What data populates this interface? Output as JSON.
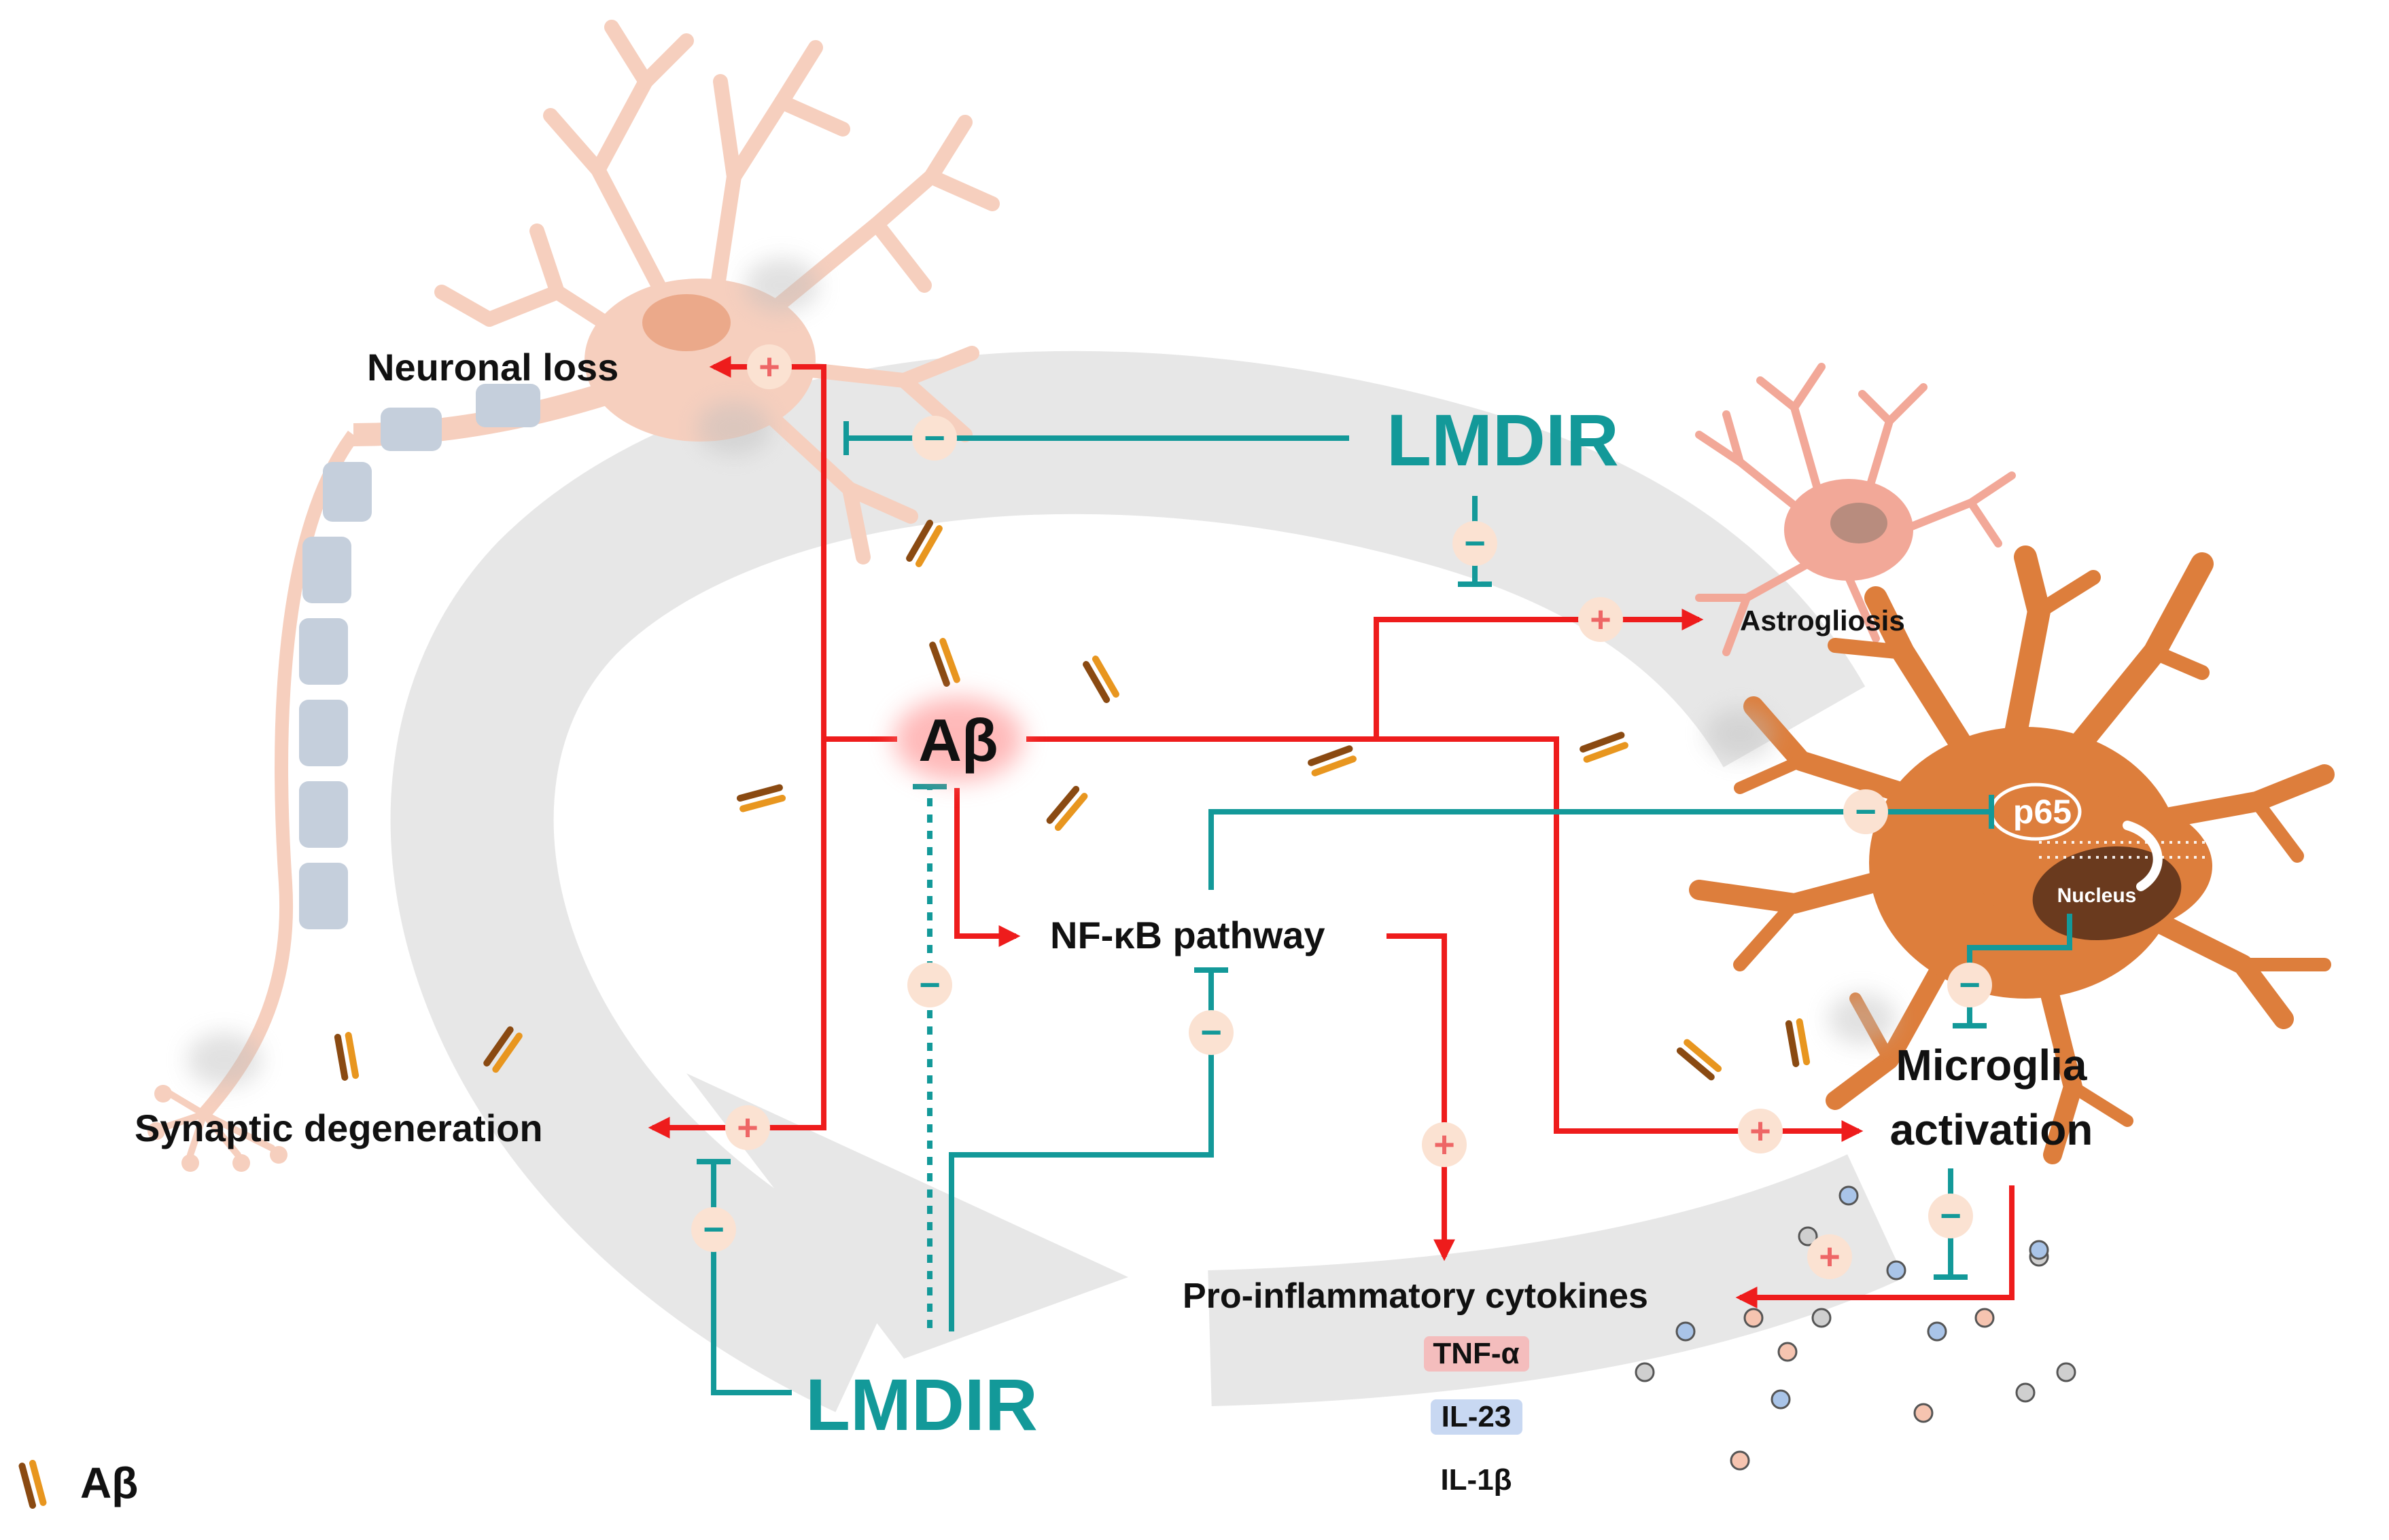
{
  "labels": {
    "neuronal_loss": "Neuronal loss",
    "synaptic_degeneration": "Synaptic degeneration",
    "ab_center": "Aβ",
    "nfkb": "NF-κB pathway",
    "astrogliosis": "Astrogliosis",
    "microglia_line1": "Microglia",
    "microglia_line2": "activation",
    "cytokines_title": "Pro-inflammatory cytokines",
    "lmdir_top": "LMDIR",
    "lmdir_bottom": "LMDIR",
    "p65": "p65",
    "nucleus": "Nucleus"
  },
  "cytokines": [
    "TNF-α",
    "IL-23",
    "IL-1β"
  ],
  "legend": {
    "label": "Aβ"
  },
  "signs": {
    "plus": "+",
    "minus": "−"
  },
  "colors": {
    "promote": "#ee1c1c",
    "inhibit": "#139999",
    "microglia": "#dd7e3c",
    "neuron": "#f6cfbe",
    "astrocyte": "#f2a898",
    "axon_segment": "#c5cfdc",
    "big_arrow": "#e7e7e7",
    "sign_bg": "#fbe2d2",
    "tnf_highlight": "#ff9a9a",
    "il23_highlight": "#9ab8e8"
  }
}
